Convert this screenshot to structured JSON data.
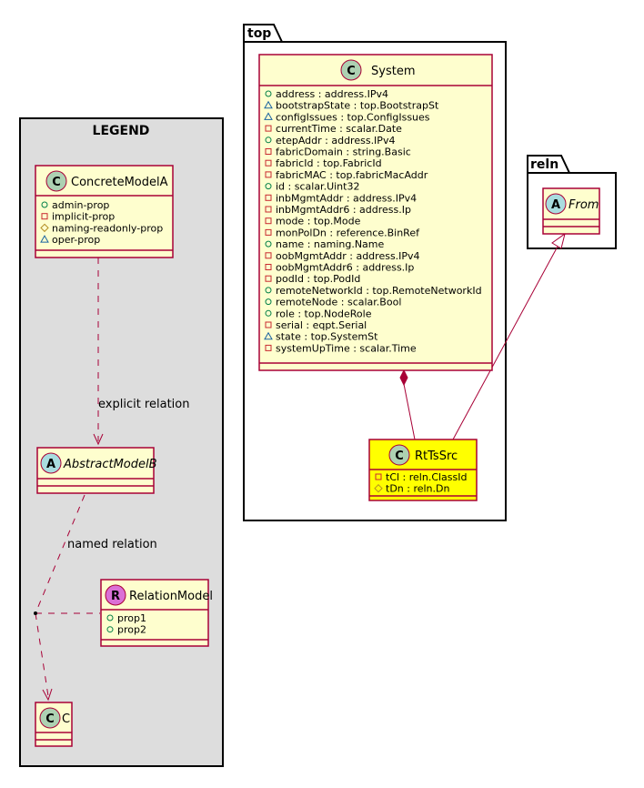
{
  "packages": {
    "top": "top",
    "reln": "reln",
    "legend": "LEGEND"
  },
  "system": {
    "name": "System",
    "stereotype": "C",
    "attributes": [
      "address : address.IPv4",
      "bootstrapState : top.BootstrapSt",
      "configIssues : top.ConfigIssues",
      "currentTime : scalar.Date",
      "etepAddr : address.IPv4",
      "fabricDomain : string.Basic",
      "fabricId : top.FabricId",
      "fabricMAC : top.fabricMacAddr",
      "id : scalar.Uint32",
      "inbMgmtAddr : address.IPv4",
      "inbMgmtAddr6 : address.Ip",
      "mode : top.Mode",
      "monPolDn : reference.BinRef",
      "name : naming.Name",
      "oobMgmtAddr : address.IPv4",
      "oobMgmtAddr6 : address.Ip",
      "podId : top.PodId",
      "remoteNetworkId : top.RemoteNetworkId",
      "remoteNode : scalar.Bool",
      "role : top.NodeRole",
      "serial : eqpt.Serial",
      "state : top.SystemSt",
      "systemUpTime : scalar.Time"
    ],
    "visibility": [
      "+",
      "~",
      "~",
      "-",
      "+",
      "-",
      "-",
      "-",
      "+",
      "-",
      "-",
      "-",
      "-",
      "+",
      "-",
      "-",
      "-",
      "+",
      "+",
      "+",
      "-",
      "~",
      "-"
    ]
  },
  "rttssrc": {
    "name": "RtTsSrc",
    "stereotype": "C",
    "attributes": [
      "tCl : reln.ClassId",
      "tDn : reln.Dn"
    ],
    "visibility": [
      "-",
      "#"
    ]
  },
  "from": {
    "name": "From",
    "stereotype": "A"
  },
  "legend": {
    "concrete": {
      "name": "ConcreteModelA",
      "stereotype": "C",
      "attributes": [
        "admin-prop",
        "implicit-prop",
        "naming-readonly-prop",
        "oper-prop"
      ],
      "visibility": [
        "+",
        "-",
        "#",
        "~"
      ]
    },
    "abstract": {
      "name": "AbstractModelB",
      "stereotype": "A"
    },
    "relation": {
      "name": "RelationModel",
      "stereotype": "R",
      "attributes": [
        "prop1",
        "prop2"
      ],
      "visibility": [
        "+",
        "+"
      ]
    },
    "c": {
      "name": "C",
      "stereotype": "C"
    },
    "explicit_label": "explicit relation",
    "named_label": "named relation"
  },
  "colors": {
    "class_fill": "#FEFECE",
    "class_border": "#A80036",
    "highlight_fill": "#FFFF00",
    "legend_fill": "#DDDDDD",
    "circle_class": "#ADD1B2",
    "circle_abstract": "#A9DCDF",
    "circle_relation": "#DA70D6"
  }
}
